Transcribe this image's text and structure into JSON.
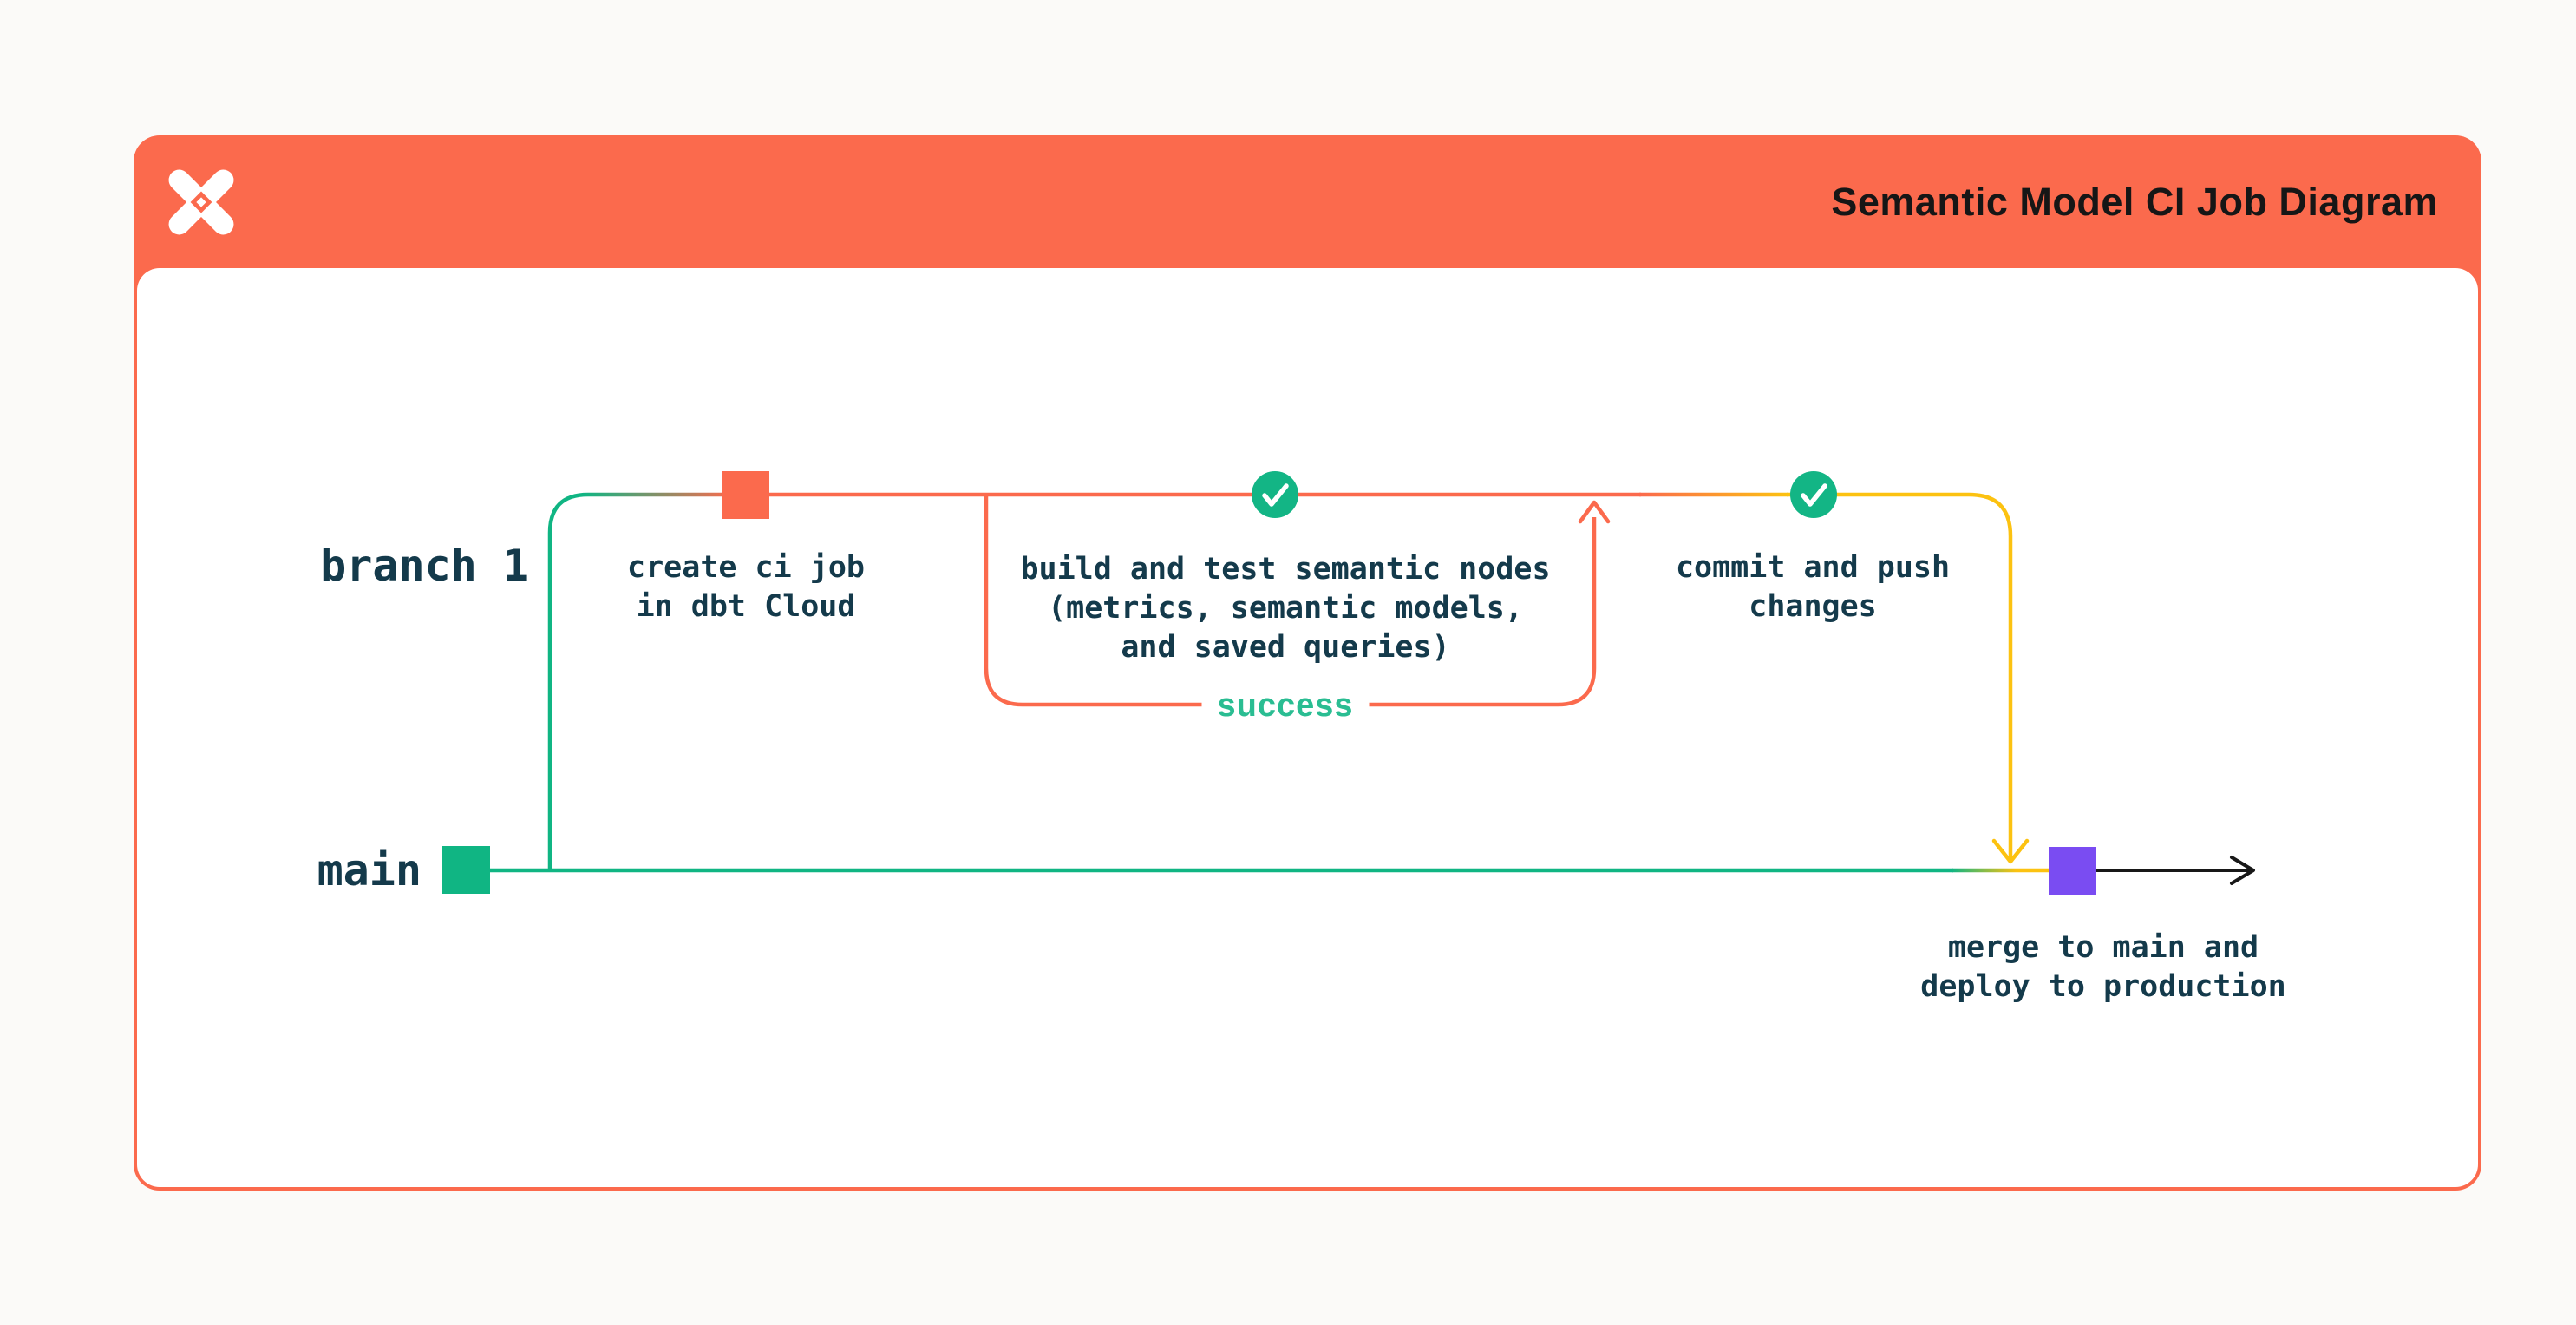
{
  "header": {
    "title": "Semantic Model CI Job Diagram",
    "logo_icon": "dbt-logo-icon"
  },
  "branches": {
    "branch1_label": "branch 1",
    "main_label": "main"
  },
  "nodes": {
    "create_ci_job": {
      "marker": "orange-commit-square",
      "lines": [
        "create ci job",
        "in dbt Cloud"
      ]
    },
    "build_test": {
      "marker": "check-circle-icon",
      "lines": [
        "build and test semantic nodes",
        "(metrics, semantic models,",
        "and saved queries)"
      ]
    },
    "commit_push": {
      "marker": "check-circle-icon",
      "lines": [
        "commit and push",
        "changes"
      ]
    },
    "merge_deploy": {
      "marker": "purple-commit-square",
      "lines": [
        "merge to main and",
        "deploy to production"
      ]
    }
  },
  "annotations": {
    "loop_label": "success"
  },
  "colors": {
    "orange": "#fb6a4d",
    "green": "#10b583",
    "yellow": "#fcc211",
    "purple": "#7a4cf2",
    "text_dark": "#143a4b",
    "success_green": "#2abd92",
    "title_black": "#161616",
    "arrow_black": "#181818",
    "card_bg": "#ffffff",
    "page_bg": "#fbfaf8"
  }
}
